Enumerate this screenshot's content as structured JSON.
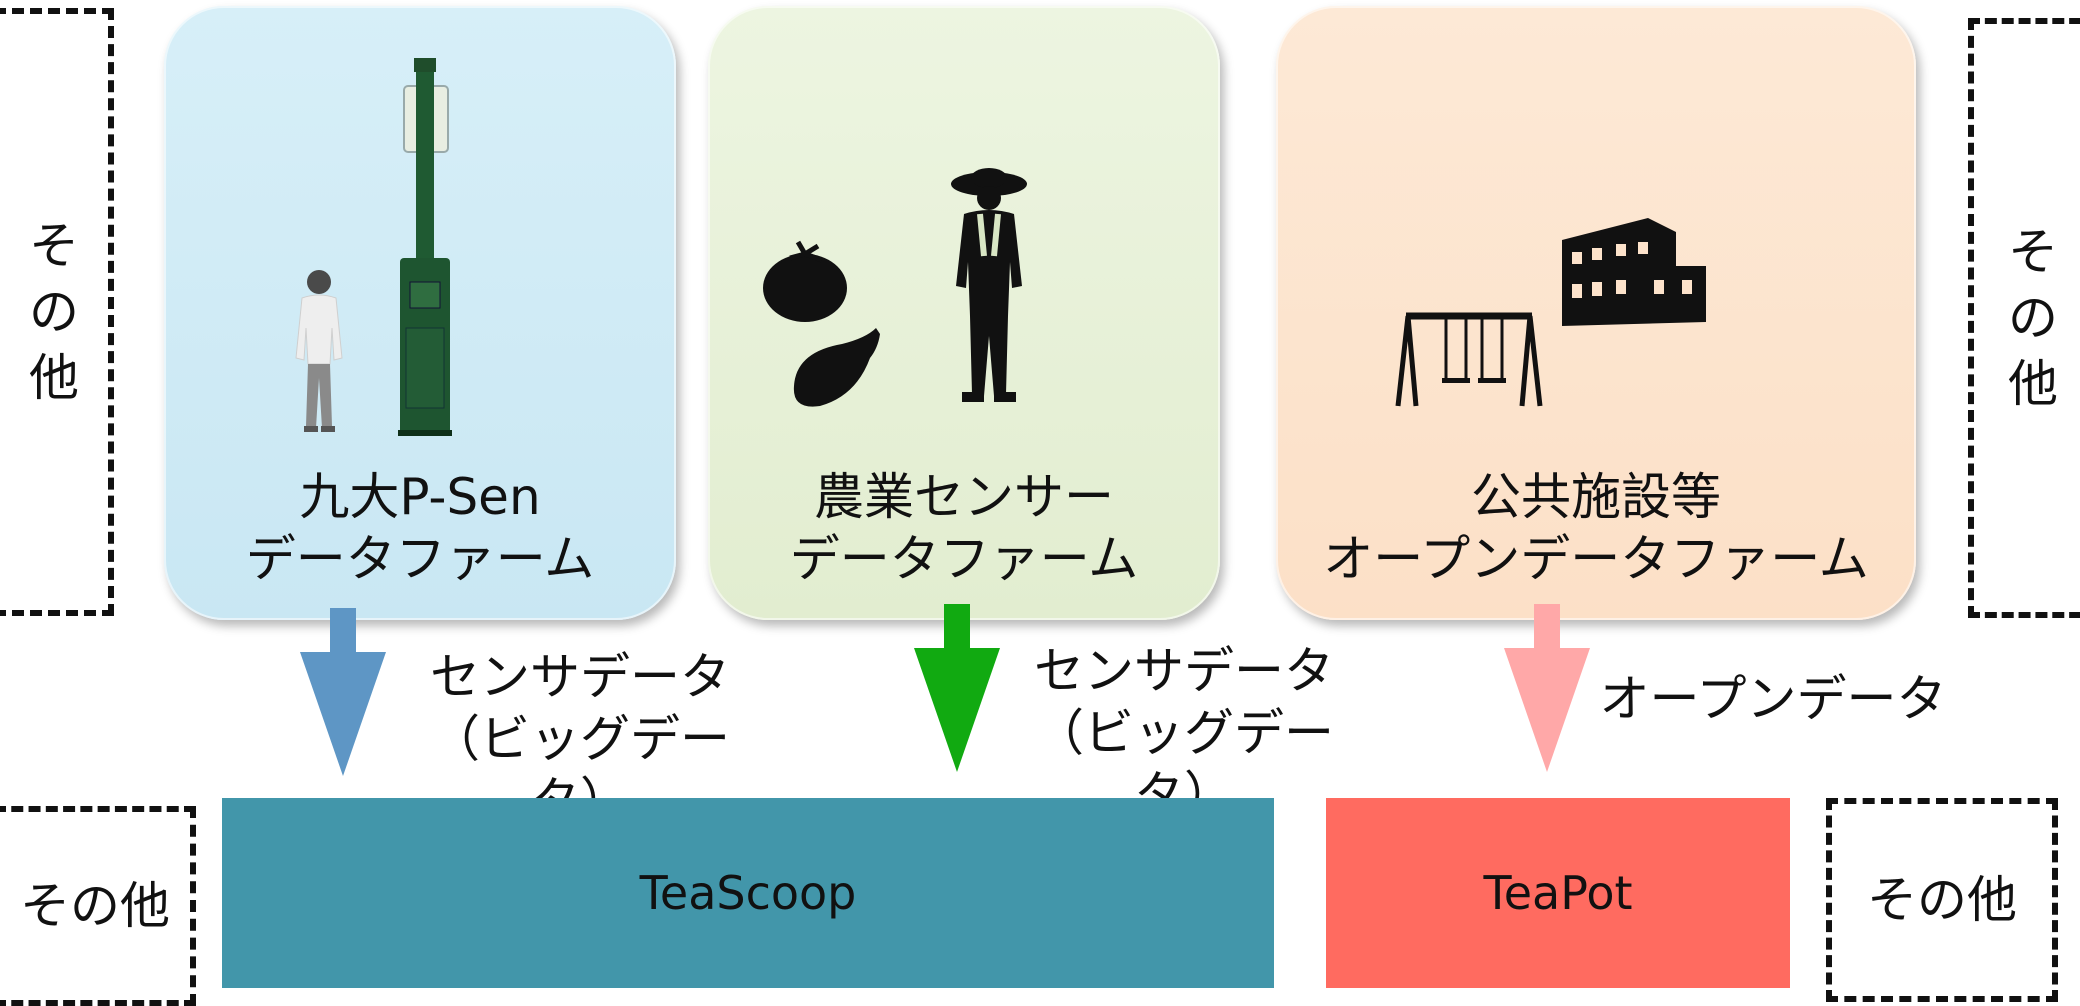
{
  "other_label": "その他",
  "farms": [
    {
      "title_line1": "九大P-Sen",
      "title_line2": "データファーム",
      "color": "#cfeaf4"
    },
    {
      "title_line1": "農業センサー",
      "title_line2": "データファーム",
      "color": "#e6f0d6"
    },
    {
      "title_line1": "公共施設等",
      "title_line2": "オープンデータファーム",
      "color": "#fde6cf"
    }
  ],
  "flows": [
    {
      "line1": "センサデータ",
      "line2": "（ビッグデータ）",
      "color": "#5e96c5"
    },
    {
      "line1": "センサデータ",
      "line2": "（ビッグデータ）",
      "color": "#11aa11"
    },
    {
      "line1": "オープンデータ",
      "color": "#ffa8a8"
    }
  ],
  "platforms": [
    {
      "label": "TeaScoop",
      "color": "#4296aa"
    },
    {
      "label": "TeaPot",
      "color": "#ff6b60"
    }
  ],
  "icons": [
    "person-icon",
    "sensor-pole-icon",
    "tomato-icon",
    "eggplant-icon",
    "farmer-icon",
    "swing-icon",
    "building-icon"
  ]
}
